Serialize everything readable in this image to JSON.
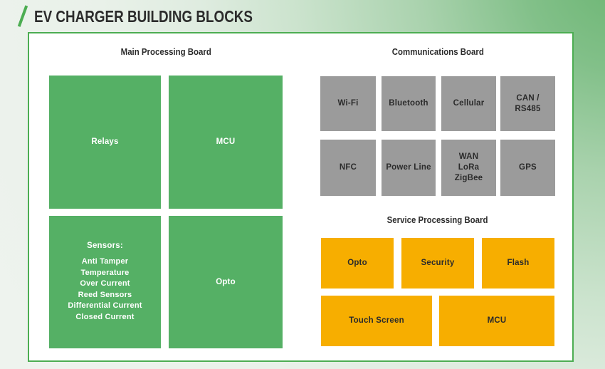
{
  "page": {
    "title": "EV CHARGER BUILDING BLOCKS"
  },
  "colors": {
    "accent_green": "#4cad52",
    "block_green": "#55b065",
    "block_gray": "#9b9b9b",
    "block_yellow": "#f7ae00",
    "panel_background": "#ffffff",
    "title_text": "#2c2c2c"
  },
  "boards": {
    "main": {
      "title": "Main Processing Board",
      "relays": "Relays",
      "mcu": "MCU",
      "opto": "Opto",
      "sensors_heading": "Sensors:",
      "sensors": [
        "Anti Tamper",
        "Temperature",
        "Over Current",
        "Reed Sensors",
        "Differential Current",
        "Closed Current"
      ]
    },
    "communications": {
      "title": "Communications Board",
      "row1": [
        "Wi-Fi",
        "Bluetooth",
        "Cellular",
        "CAN /\nRS485"
      ],
      "row2": [
        "NFC",
        "Power Line",
        "WAN\nLoRa\nZigBee",
        "GPS"
      ]
    },
    "service": {
      "title": "Service Processing Board",
      "row1": [
        "Opto",
        "Security",
        "Flash"
      ],
      "row2": [
        "Touch Screen",
        "MCU"
      ]
    }
  }
}
